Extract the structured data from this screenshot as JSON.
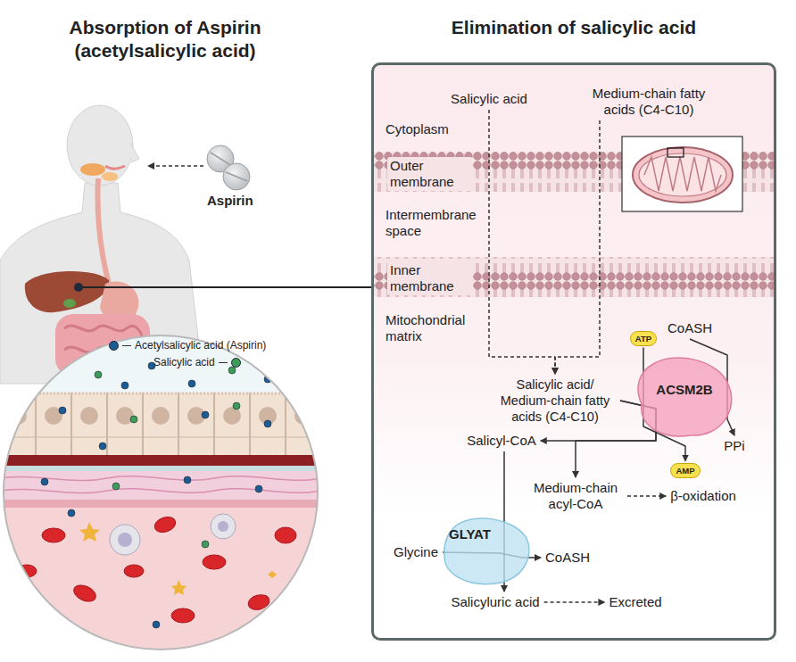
{
  "diagram": {
    "nodes": [
      {
        "text": [
          "Elimination of salicylic acid"
        ]
      },
      {
        "text": [
          "Salicylic acid"
        ],
        "in": 0
      },
      {
        "text": [
          "Medium-chain fatty acids (C4-C10)"
        ],
        "in": 0
      },
      {
        "text": [
          "Salicylic acid/ Medium-chain fatty acids (C4-C10)"
        ],
        "in": 0
      },
      {
        "text": [
          "ATP"
        ],
        "in": 0
      },
      {
        "text": [
          "CoASH"
        ],
        "in": 0
      },
      {
        "text": [
          "ACSM2B"
        ],
        "in": 0
      },
      {
        "text": [
          "Salicyl-CoA"
        ],
        "in": 0
      },
      {
        "text": [
          "AMP"
        ],
        "in": 0
      },
      {
        "text": [
          "PPi"
        ],
        "in": 0
      },
      {
        "text": [
          "Medium-chain acyl-CoA"
        ],
        "in": 0
      },
      {
        "text": [
          "β-oxidation"
        ],
        "in": 0
      },
      {
        "text": [
          "Glycine"
        ],
        "in": 0
      },
      {
        "text": [
          "GLYAT"
        ],
        "in": 0
      },
      {
        "text": [
          "CoASH"
        ],
        "in": 0
      },
      {
        "text": [
          "Salicyluric acid"
        ],
        "in": 0
      },
      {
        "text": [
          "Excreted"
        ],
        "in": 0
      }
    ],
    "edges": [
      {
        "from": 1,
        "to": 3,
        "arrow": "to"
      },
      {
        "from": 2,
        "to": 3,
        "arrow": "to"
      },
      {
        "from": 3,
        "to": 7,
        "arrow": "to"
      },
      {
        "from": 3,
        "to": 10,
        "arrow": "to"
      },
      {
        "from": 4,
        "to": 8,
        "arrow": "to"
      },
      {
        "from": 5,
        "to": 9,
        "arrow": "to"
      },
      {
        "from": 7,
        "to": 15,
        "arrow": "to"
      },
      {
        "from": 12,
        "to": 14,
        "arrow": "to"
      },
      {
        "from": 10,
        "to": 11,
        "arrow": "to"
      },
      {
        "from": 15,
        "to": 16,
        "arrow": "to"
      }
    ],
    "labels": [
      "Absorption of Aspirin (acetylsalicylic acid)",
      "Aspirin",
      "Cytoplasm",
      "Outer membrane",
      "Intermembrane space",
      "Inner membrane",
      "Mitochondrial matrix"
    ],
    "legend": [
      {
        "text": "Acetylsalicylic acid (Aspirin)",
        "color": "#1d5b94"
      },
      {
        "text": "Salicylic acid",
        "color": "#3e9b5a"
      }
    ]
  }
}
